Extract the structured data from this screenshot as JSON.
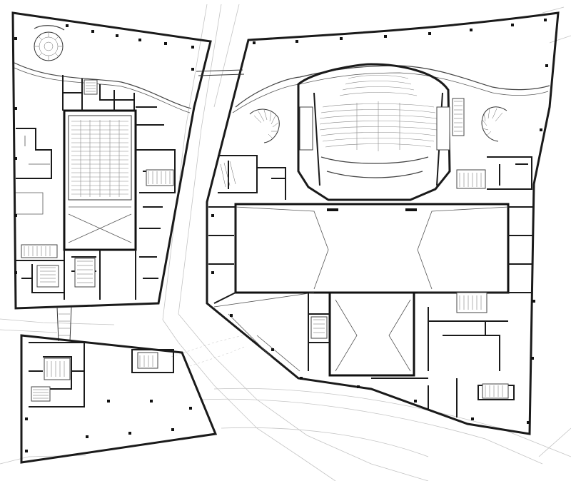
{
  "drawing": {
    "type": "architectural-floor-plan",
    "labels": [],
    "colors": {
      "background": "#ffffff",
      "walls": "#1a1a1a",
      "partitions": "#555555",
      "ground_lines": "#c4c4c4"
    },
    "blocks": [
      {
        "name": "west-block",
        "feature": "cinema-hall"
      },
      {
        "name": "east-block",
        "feature": "auditorium-with-stage"
      },
      {
        "name": "south-west-block",
        "feature": "offices"
      }
    ]
  }
}
